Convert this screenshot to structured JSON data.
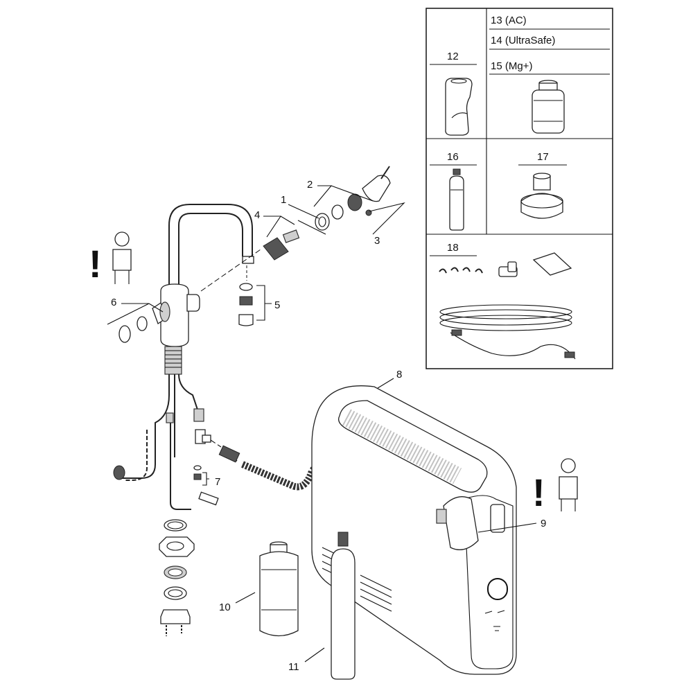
{
  "callouts": {
    "c1": "1",
    "c2": "2",
    "c3": "3",
    "c4": "4",
    "c5": "5",
    "c6": "6",
    "c7": "7",
    "c8": "8",
    "c9": "9",
    "c10": "10",
    "c11": "11"
  },
  "inset": {
    "c12": "12",
    "c13": "13 (AC)",
    "c14": "14 (UltraSafe)",
    "c15": "15 (Mg+)",
    "c16": "16",
    "c17": "17",
    "c18": "18"
  },
  "warning_symbol": "!",
  "icons": [
    "worker-warning-icon",
    "worker-warning-icon"
  ],
  "colors": {
    "line": "#111111",
    "background": "#ffffff",
    "tone": "#cfcfcf"
  }
}
